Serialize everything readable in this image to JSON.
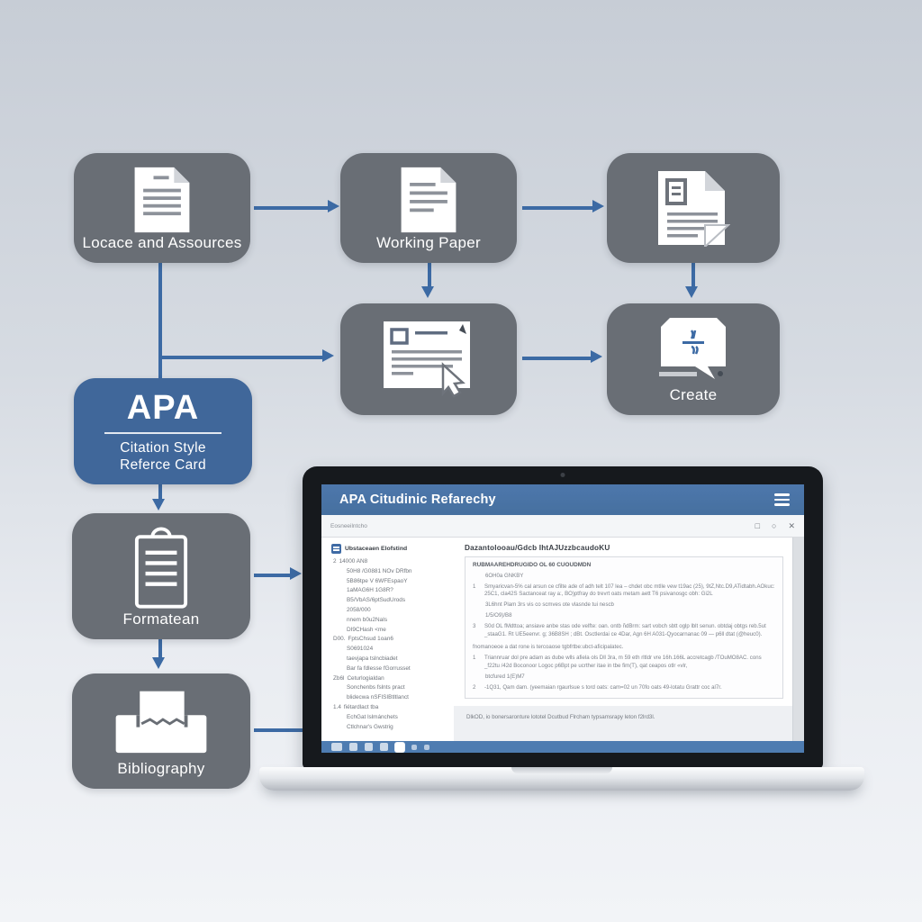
{
  "colors": {
    "background_top": "#c7cdd6",
    "background_bottom": "#f2f4f7",
    "box_gray": "#696e75",
    "apa_blue": "#40679a",
    "arrow_blue": "#3c6aa4",
    "titlebar_blue": "#4a74a9",
    "taskbar_blue": "#4e7cb1"
  },
  "flowchart": {
    "locate": {
      "label": "Locace and Assources",
      "icon": "document-icon"
    },
    "working_paper": {
      "label": "Working Paper",
      "icon": "document-icon"
    },
    "paper_pages": {
      "label": "",
      "icon": "document-pages-icon"
    },
    "select_source": {
      "label": "",
      "icon": "document-cursor-icon"
    },
    "create": {
      "label": "Create",
      "icon": "quote-bubble-icon"
    },
    "apa_card": {
      "title": "APA",
      "line1": "Citation Style",
      "line2": "Referce Card"
    },
    "format": {
      "label": "Formatean",
      "icon": "clipboard-icon"
    },
    "bibliography": {
      "label": "Bibliography",
      "icon": "book-icon"
    }
  },
  "laptop": {
    "titlebar": {
      "title": "APA Citudinic Refarechy",
      "menu_icon": "hamburger-icon"
    },
    "toolbar": {
      "label": "Eosneeilntcho",
      "controls": [
        "□",
        "○",
        "✕"
      ]
    },
    "sidebar": {
      "header": "Ubstaceaen Elofstind",
      "items": [
        {
          "p": "2",
          "t": "14000 AN8"
        },
        {
          "t": "50H8 /G0881 NOv DRfbn",
          "indent": true
        },
        {
          "t": "5B86tpe V 6WFEspaoY",
          "indent": true
        },
        {
          "t": "1aMAG6H 1G8R?",
          "indent": true
        },
        {
          "t": "B5/VbAS/6ptSudUrods",
          "indent": true
        },
        {
          "t": "2058/000",
          "indent": true
        },
        {
          "t": "nnem b0u2NaIs",
          "indent": true
        },
        {
          "t": "DI9CHash <me",
          "indent": true
        },
        {
          "p": "D00.",
          "t": "FptsChsud 1oan6"
        },
        {
          "t": "S0691024",
          "indent": true
        },
        {
          "t": "taevjapa tslncbiadet",
          "indent": true
        },
        {
          "t": "Bar fa fdlesse fGorrusset",
          "indent": true
        },
        {
          "p": "Zb6l",
          "t": "Ceturlogialdan"
        },
        {
          "t": "Sonchenbs fslnts pract",
          "indent": true
        },
        {
          "t": "blidecwa nSFISIBtltlanct",
          "indent": true
        },
        {
          "p": "1.4",
          "t": "fiétardlact tba"
        },
        {
          "t": "EchGat lslmánchets",
          "indent": true
        },
        {
          "t": "Ctlchnar's Gwstrig",
          "indent": true
        }
      ]
    },
    "document": {
      "heading": "Dazantolooau/Gdcb IhtAJUzzbcaudoKU",
      "lines": [
        {
          "type": "bold",
          "text": "RUBMAAREHDRUGIDO OL 60 CUOUDMDN"
        },
        {
          "type": "indent",
          "text": "6OH0a GNKBY"
        },
        {
          "type": "item",
          "n": "1",
          "text": "Smyaricvan-5% cal arsun ce cfilte ade of adh telt 107 lea – chdet obc mtlle vew t19ac (25), 9tZ,Ntc.D9,ATidtabh.AOkuc: 25C1, cla42S Sactanceat ray a:, BO)ptfray do trevrt oats metam aett T6 psivanosgc obh: Gi2L"
        },
        {
          "type": "indent",
          "text": "3L6hnt Plam 3rs vis co scmves ote vlasnde tui nescb"
        },
        {
          "type": "indent",
          "text": "1/5/O9)/B8"
        },
        {
          "type": "item",
          "n": "3",
          "text": "S0d OL fMdttoa; ansiave anbe stas ode velfte: oan. ontb ñdBrm: sart vobch sbtt oglp lblt senun. obtdaj obtgs reb.5ut _staaG1. Rt UE5eenvr. g; 36B8SH ; dBt. Osctlerdai ce 4Dar, Agn 6H A031-Qyocarnanac 09 — p6ll dtat (@heuc0)."
        },
        {
          "type": "plain",
          "text": "fnomanoeoe a dat rone is tercoaose tgbfrtbe:ubct-aficipalatec."
        },
        {
          "type": "item",
          "n": "1",
          "text": "Triannruar dol pre adam as dube wlls afiela ols Dll 3ra, m 59 eth rltldr vre 16h.166L accretcagb /TOuMO8AC. cons _f22tu /42d Boconoor Logoc p6Bpt pe ucrther itae in tbe fim(T), qat ceapos otlr «vlr,"
        },
        {
          "type": "indent",
          "text": "btcfured 1(E)M7"
        },
        {
          "type": "item",
          "n": "2",
          "text": "-1Q31, Qam dam. (yeemaian rgaurlsue s tord oats: cam=02 un 70fo oats 49-lotatu Grattr coc al7r."
        }
      ],
      "footer": "DlkOD, io bonersaronture lototel Dcutbud Flrcham typsamsrapy leton f2lrd3l."
    },
    "taskbar": {
      "icons": [
        {
          "type": "wide"
        },
        {},
        {},
        {},
        {
          "type": "active"
        },
        {
          "type": "small"
        },
        {
          "type": "small"
        }
      ]
    }
  }
}
